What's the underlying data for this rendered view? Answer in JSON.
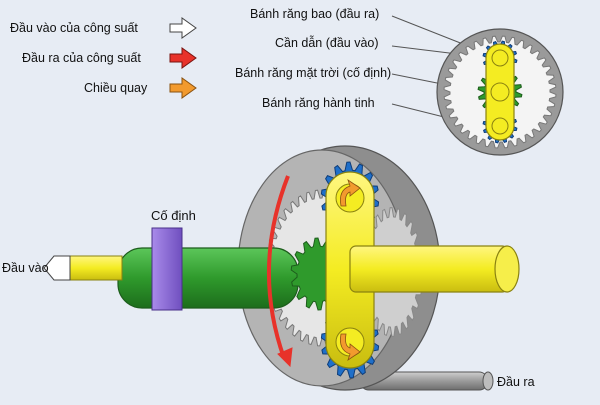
{
  "colors": {
    "background": "#e7ecf4",
    "input_arrow": "#ffffff",
    "output_arrow": "#e8322a",
    "rotation_arrow": "#f29a2e",
    "sun_gear": "#2f9a2c",
    "carrier": "#f4ec22",
    "planet_gear": "#1f6fc9",
    "ring_gear": "#9a9a9a",
    "fixed_mount": "#8d6bd6",
    "leader_line": "#555555"
  },
  "legend": {
    "input_power": "Đầu vào của công suất",
    "output_power": "Đầu ra của công suất",
    "rotation_direction": "Chiều quay"
  },
  "inset_labels": {
    "ring_gear_output": "Bánh răng bao (đầu ra)",
    "carrier_input": "Cần dẫn (đầu vào)",
    "sun_gear_fixed": "Bánh răng mặt trời (cố định)",
    "planet_gear": "Bánh răng hành tinh"
  },
  "main_labels": {
    "fixed": "Cố định",
    "input": "Đầu vào",
    "output": "Đầu ra"
  }
}
